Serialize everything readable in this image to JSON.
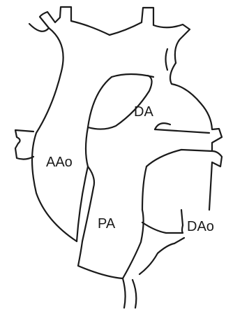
{
  "labels": {
    "aao": "AAo",
    "da": "DA",
    "pa": "PA",
    "dao": "DAo"
  },
  "colors": {
    "line": "#1a1a1a",
    "background": "#ffffff"
  }
}
